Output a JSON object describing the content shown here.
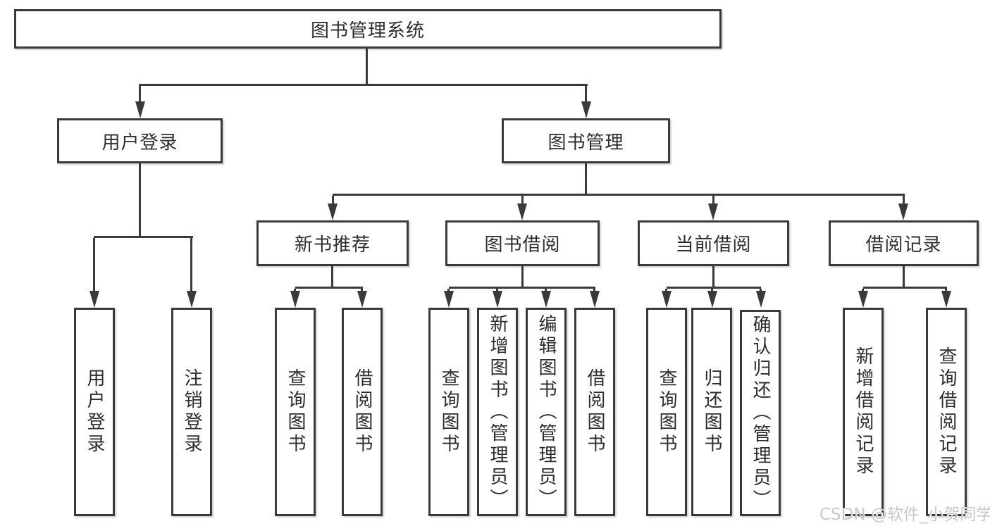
{
  "colors": {
    "line": "#3a3a3a",
    "text": "#2d2d2d",
    "box_background": "#ffffff",
    "page_background": "#ffffff",
    "watermark": "#c8c8c8"
  },
  "watermark": "CSDN @软件_小贺同学",
  "tree": {
    "label": "图书管理系统",
    "children": [
      {
        "label": "用户登录",
        "children": [
          {
            "label": "用户登录"
          },
          {
            "label": "注销登录"
          }
        ]
      },
      {
        "label": "图书管理",
        "children": [
          {
            "label": "新书推荐",
            "children": [
              {
                "label": "查询图书"
              },
              {
                "label": "借阅图书"
              }
            ]
          },
          {
            "label": "图书借阅",
            "children": [
              {
                "label": "查询图书"
              },
              {
                "label": "新增图书（管理员）"
              },
              {
                "label": "编辑图书（管理员）"
              },
              {
                "label": "借阅图书"
              }
            ]
          },
          {
            "label": "当前借阅",
            "children": [
              {
                "label": "查询图书"
              },
              {
                "label": "归还图书"
              },
              {
                "label": "确认归还（管理员）"
              }
            ]
          },
          {
            "label": "借阅记录",
            "children": [
              {
                "label": "新增借阅记录"
              },
              {
                "label": "查询借阅记录"
              }
            ]
          }
        ]
      }
    ]
  }
}
